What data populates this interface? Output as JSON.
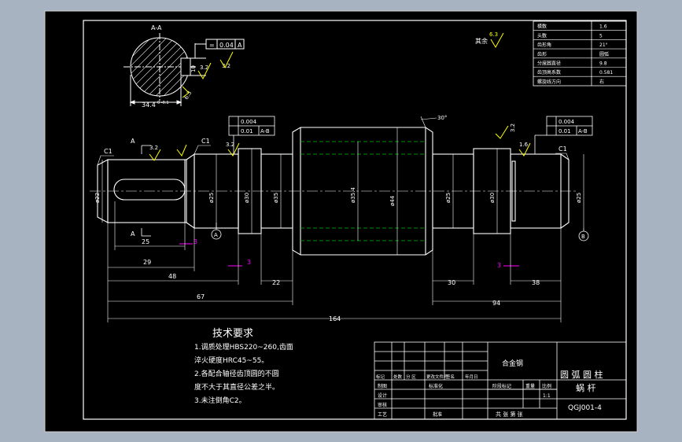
{
  "colors": {
    "frame_bg": "#a7b3c0",
    "sheet_bg": "#000000",
    "line": "#ffffff",
    "dim": "#ffffff",
    "accent_yellow": "#ffff00",
    "hidden_green": "#00c000",
    "section_magenta": "#ff00ff"
  },
  "section": {
    "title": "A-A",
    "tol_symbol": "=",
    "tol_value": "0.04",
    "tol_datum": "A",
    "roughness_a": "3.2",
    "roughness_b": "3.2",
    "roughness_c": "6.3",
    "keyway_dim": "10",
    "width_dim": "34.4",
    "width_tol": "0 -0.1"
  },
  "other_roughness": {
    "value": "6.3",
    "prefix": "其余"
  },
  "params_table": {
    "rows": [
      {
        "label": "模数",
        "value": "1.6"
      },
      {
        "label": "头数",
        "value": "5"
      },
      {
        "label": "齿形角",
        "value": "21°"
      },
      {
        "label": "齿形",
        "value": "圆弧"
      },
      {
        "label": "分度圆直径",
        "value": "9.8"
      },
      {
        "label": "齿顶高系数",
        "value": "0.581"
      },
      {
        "label": "螺旋线方向",
        "value": "右"
      }
    ]
  },
  "shaft": {
    "chamfer_labels": [
      "C1",
      "C1",
      "C1"
    ],
    "section_mark": "A",
    "roughness_left": [
      "3.2",
      "3.2"
    ],
    "roughness_right": [
      "3.2",
      "1.6"
    ],
    "left_tol": {
      "runout": "0.004",
      "coax": "0.01",
      "datum": "A-B"
    },
    "right_tol": {
      "runout": "0.004",
      "coax": "0.01",
      "datum": "A-B"
    },
    "datum_left": "A",
    "datum_right": "B",
    "angle": "30°",
    "dia_labels": [
      "ø22",
      "ø25",
      "ø30",
      "ø35",
      "ø35.4",
      "ø44",
      "ø25",
      "ø30",
      "ø25"
    ],
    "section_cuts": [
      "3",
      "3",
      "3"
    ],
    "dims": {
      "key_len": "25",
      "d29": "29",
      "d48": "48",
      "d22": "22",
      "d30": "30",
      "d38": "38",
      "d67": "67",
      "d94": "94",
      "d164": "164"
    }
  },
  "tech_req": {
    "title": "技术要求",
    "lines": [
      "1.调质处理HBS220~260,齿面",
      "淬火硬度HRC45~55。",
      "2.各配合轴径齿顶圆的不圆",
      "度不大于其直径公差之半。",
      "3.未注倒角C2。"
    ]
  },
  "title_block": {
    "material": "合金钢",
    "part_name_1": "圆 弧 圆 柱",
    "part_name_2": "蜗 杆",
    "drawing_no": "QGJ001-4",
    "scale": "1:1",
    "headers": [
      "标记",
      "处数",
      "分 区",
      "更改文件号",
      "签名",
      "年月日"
    ],
    "roles": [
      "制图",
      "设计",
      "审核",
      "工艺"
    ],
    "std": "标准化",
    "approve": "批准",
    "stage": "阶段标记",
    "weight": "重量",
    "ratio": "比例",
    "sheets": "共  张  第  张"
  }
}
